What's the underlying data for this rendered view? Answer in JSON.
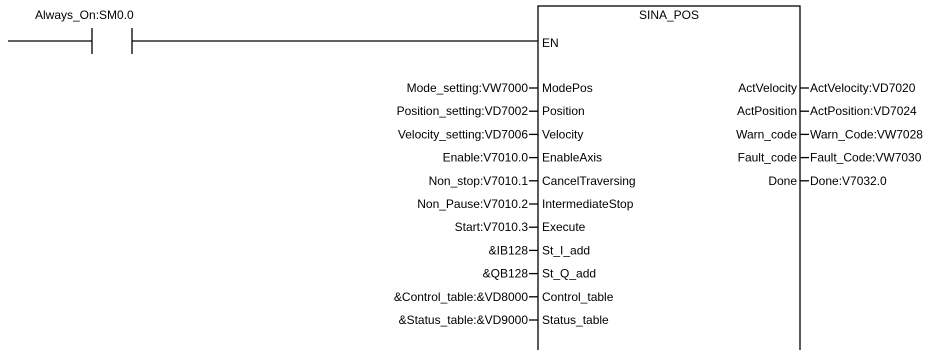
{
  "contact": {
    "label": "Always_On:SM0.0"
  },
  "block": {
    "title": "SINA_POS",
    "en_label": "EN",
    "inputs": [
      {
        "pin": "ModePos",
        "operand": "Mode_setting:VW7000"
      },
      {
        "pin": "Position",
        "operand": "Position_setting:VD7002"
      },
      {
        "pin": "Velocity",
        "operand": "Velocity_setting:VD7006"
      },
      {
        "pin": "EnableAxis",
        "operand": "Enable:V7010.0"
      },
      {
        "pin": "CancelTraversing",
        "operand": "Non_stop:V7010.1"
      },
      {
        "pin": "IntermediateStop",
        "operand": "Non_Pause:V7010.2"
      },
      {
        "pin": "Execute",
        "operand": "Start:V7010.3"
      },
      {
        "pin": "St_I_add",
        "operand": "&IB128"
      },
      {
        "pin": "St_Q_add",
        "operand": "&QB128"
      },
      {
        "pin": "Control_table",
        "operand": "&Control_table:&VD8000"
      },
      {
        "pin": "Status_table",
        "operand": "&Status_table:&VD9000"
      }
    ],
    "outputs": [
      {
        "pin": "ActVelocity",
        "operand": "ActVelocity:VD7020"
      },
      {
        "pin": "ActPosition",
        "operand": "ActPosition:VD7024"
      },
      {
        "pin": "Warn_code",
        "operand": "Warn_Code:VW7028"
      },
      {
        "pin": "Fault_code",
        "operand": "Fault_Code:VW7030"
      },
      {
        "pin": "Done",
        "operand": "Done:V7032.0"
      }
    ]
  }
}
